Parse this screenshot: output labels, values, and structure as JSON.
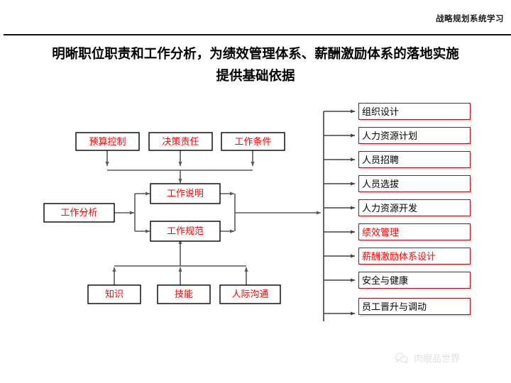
{
  "header": {
    "label": "战略规划系统学习"
  },
  "title": {
    "line1": "明晰职位职责和工作分析，为绩效管理体系、薪酬激励体系的落地实施",
    "line2": "提供基础依据"
  },
  "diagram": {
    "top_row": [
      {
        "id": "budget-control",
        "label": "预算控制"
      },
      {
        "id": "decision-responsibility",
        "label": "决策责任"
      },
      {
        "id": "work-conditions",
        "label": "工作条件"
      }
    ],
    "input_box": {
      "id": "job-analysis",
      "label": "工作分析"
    },
    "middle_boxes": [
      {
        "id": "job-description",
        "label": "工作说明"
      },
      {
        "id": "job-specification",
        "label": "工作规范"
      }
    ],
    "bottom_row": [
      {
        "id": "knowledge",
        "label": "知识"
      },
      {
        "id": "skill",
        "label": "技能"
      },
      {
        "id": "interpersonal-communication",
        "label": "人际沟通"
      }
    ]
  },
  "right_list": {
    "items": [
      {
        "label": "组织设计",
        "red": false
      },
      {
        "label": "人力资源计划",
        "red": false
      },
      {
        "label": "人员招聘",
        "red": false
      },
      {
        "label": "人员选拔",
        "red": false
      },
      {
        "label": "人力资源开发",
        "red": false
      },
      {
        "label": "绩效管理",
        "red": true
      },
      {
        "label": "薪酬激励体系设计",
        "red": true
      },
      {
        "label": "安全与健康",
        "red": false
      },
      {
        "label": "员工晋升与调动",
        "red": false
      }
    ]
  },
  "watermark": {
    "text": "肉眼品世界",
    "icon": "wechat-icon"
  },
  "colors": {
    "accent_red": "#ff0000",
    "box_border_dark_red": "#8b1a1a",
    "connector_gray": "#595959",
    "rule_black": "#111111"
  }
}
